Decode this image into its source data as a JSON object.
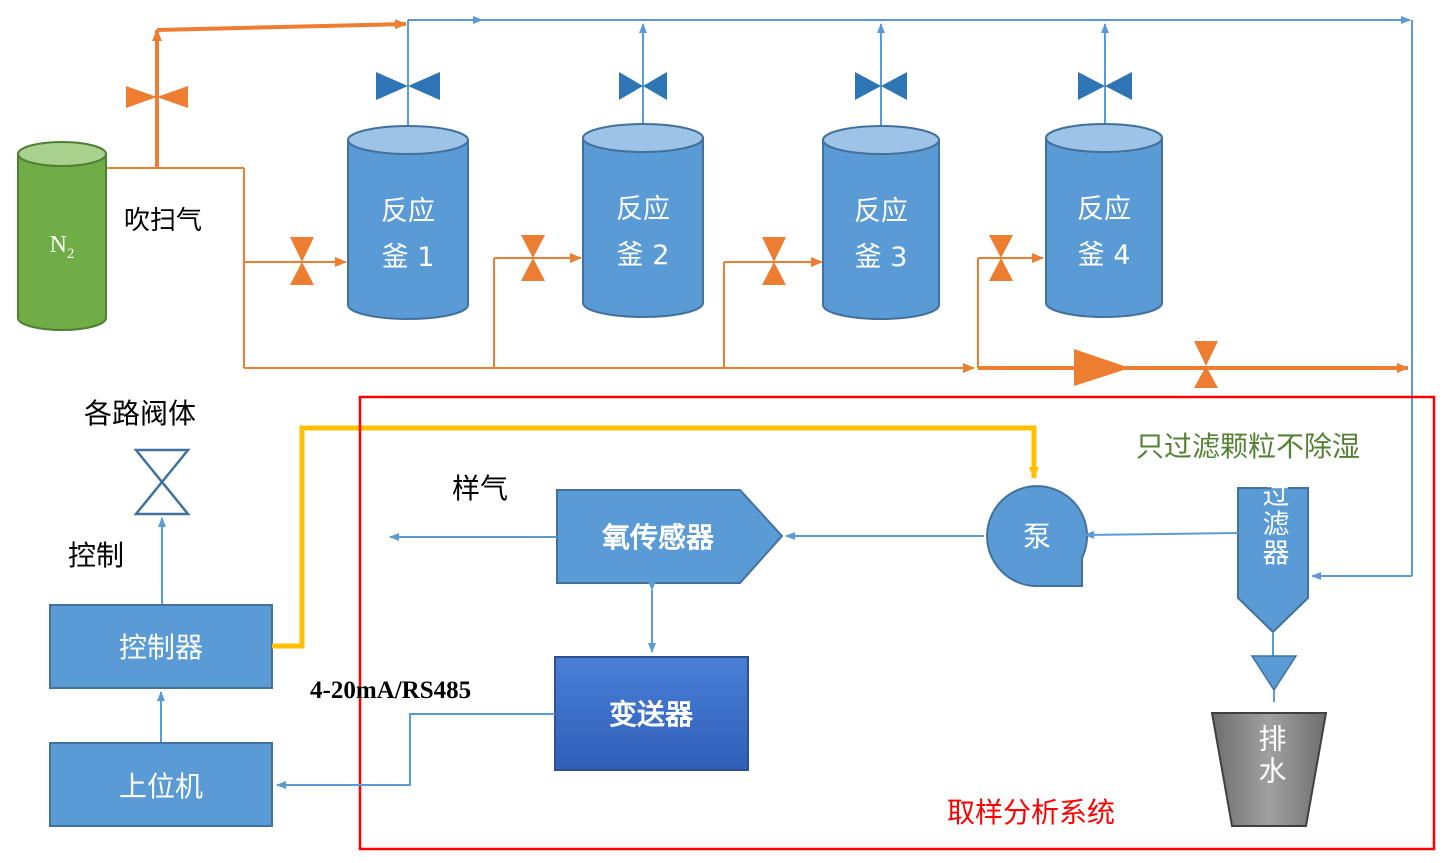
{
  "n2": {
    "label": "N",
    "sub": "2"
  },
  "purge_label": "吹扫气",
  "reactors": [
    {
      "line1": "反应",
      "line2": "釜 1"
    },
    {
      "line1": "反应",
      "line2": "釜 2"
    },
    {
      "line1": "反应",
      "line2": "釜 3"
    },
    {
      "line1": "反应",
      "line2": "釜 4"
    }
  ],
  "left_panel": {
    "valves_label": "各路阀体",
    "control_label": "控制",
    "controller": "控制器",
    "host": "上位机"
  },
  "sampling": {
    "signal_label": "4-20mA/RS485",
    "sample_gas_label": "样气",
    "oxygen_sensor": "氧传感器",
    "transmitter": "变送器",
    "pump": "泵",
    "filter": "过滤器",
    "filter_note": "只过滤颗粒不除湿",
    "drain": "排水",
    "system_title": "取样分析系统"
  },
  "colors": {
    "vessel_blue": "#5b9bd5",
    "vessel_border": "#41719c",
    "n2_green": "#70ad47",
    "orange": "#ed7d31",
    "yellow": "#ffc000",
    "red": "#ff0000",
    "note_green": "#548235",
    "transmitter_blue": "#3d6fc8",
    "drain_gray": "#8a8a8a"
  }
}
